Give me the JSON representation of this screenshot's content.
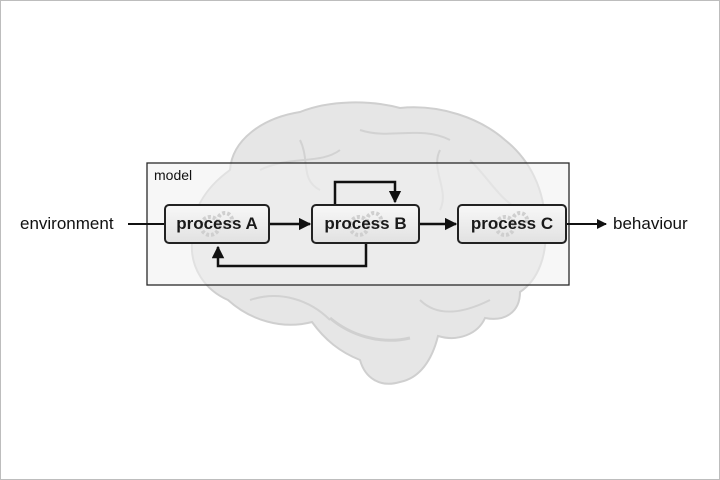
{
  "diagram": {
    "input_label": "environment",
    "output_label": "behaviour",
    "container_label": "model",
    "background_image": "brain-icon",
    "processes": [
      {
        "id": "A",
        "label": "process A",
        "icon": "gears-icon"
      },
      {
        "id": "B",
        "label": "process B",
        "icon": "gears-icon"
      },
      {
        "id": "C",
        "label": "process C",
        "icon": "gears-icon"
      }
    ],
    "edges": [
      {
        "from": "environment",
        "to": "A"
      },
      {
        "from": "A",
        "to": "B"
      },
      {
        "from": "B",
        "to": "B",
        "type": "self-loop"
      },
      {
        "from": "B",
        "to": "A",
        "type": "feedback"
      },
      {
        "from": "B",
        "to": "C"
      },
      {
        "from": "C",
        "to": "behaviour"
      }
    ]
  },
  "colors": {
    "stroke": "#111111",
    "brain_fill": "#e6e6e6",
    "model_fill": "#f0f0f0"
  }
}
